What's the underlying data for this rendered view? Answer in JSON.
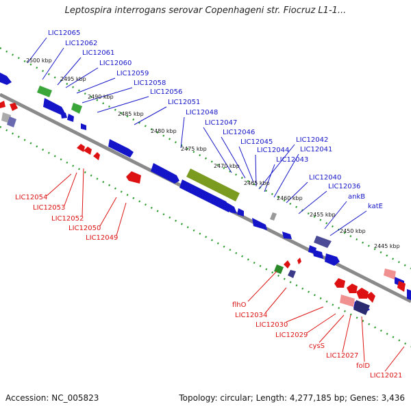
{
  "title": "Leptospira interrogans serovar Copenhageni str. Fiocruz L1-1...",
  "footer": {
    "accession": "Accession: NC_005823",
    "summary": "Topology: circular; Length: 4,277,185 bp; Genes: 3,436"
  },
  "colors": {
    "plus_strand": "#1414c8",
    "minus_strand": "#dd1111",
    "backbone": "#8a8a8a",
    "tick_dots": "#2a9a2a",
    "feature_green": "#3aa63a",
    "feature_olive": "#7a9a20",
    "feature_navy": "#3a3a88"
  },
  "position_ticks": [
    "2500 kbp",
    "2495 kbp",
    "2490 kbp",
    "2485 kbp",
    "2480 kbp",
    "2475 kbp",
    "2470 kbp",
    "2465 kbp",
    "2460 kbp",
    "2455 kbp",
    "2450 kbp",
    "2445 kbp"
  ],
  "plus_genes": [
    "LIC12065",
    "LIC12062",
    "LIC12061",
    "LIC12060",
    "LIC12059",
    "LIC12058",
    "LIC12056",
    "LIC12051",
    "LIC12048",
    "LIC12047",
    "LIC12046",
    "LIC12045",
    "LIC12044",
    "LIC12043",
    "LIC12042",
    "LIC12041",
    "LIC12040",
    "LIC12036",
    "ankB",
    "katE"
  ],
  "minus_genes": [
    "LIC12054",
    "LIC12053",
    "LIC12052",
    "LIC12050",
    "LIC12049",
    "flhO",
    "LIC12034",
    "LIC12030",
    "LIC12029",
    "cysS",
    "LIC12027",
    "folD",
    "LIC12021"
  ]
}
